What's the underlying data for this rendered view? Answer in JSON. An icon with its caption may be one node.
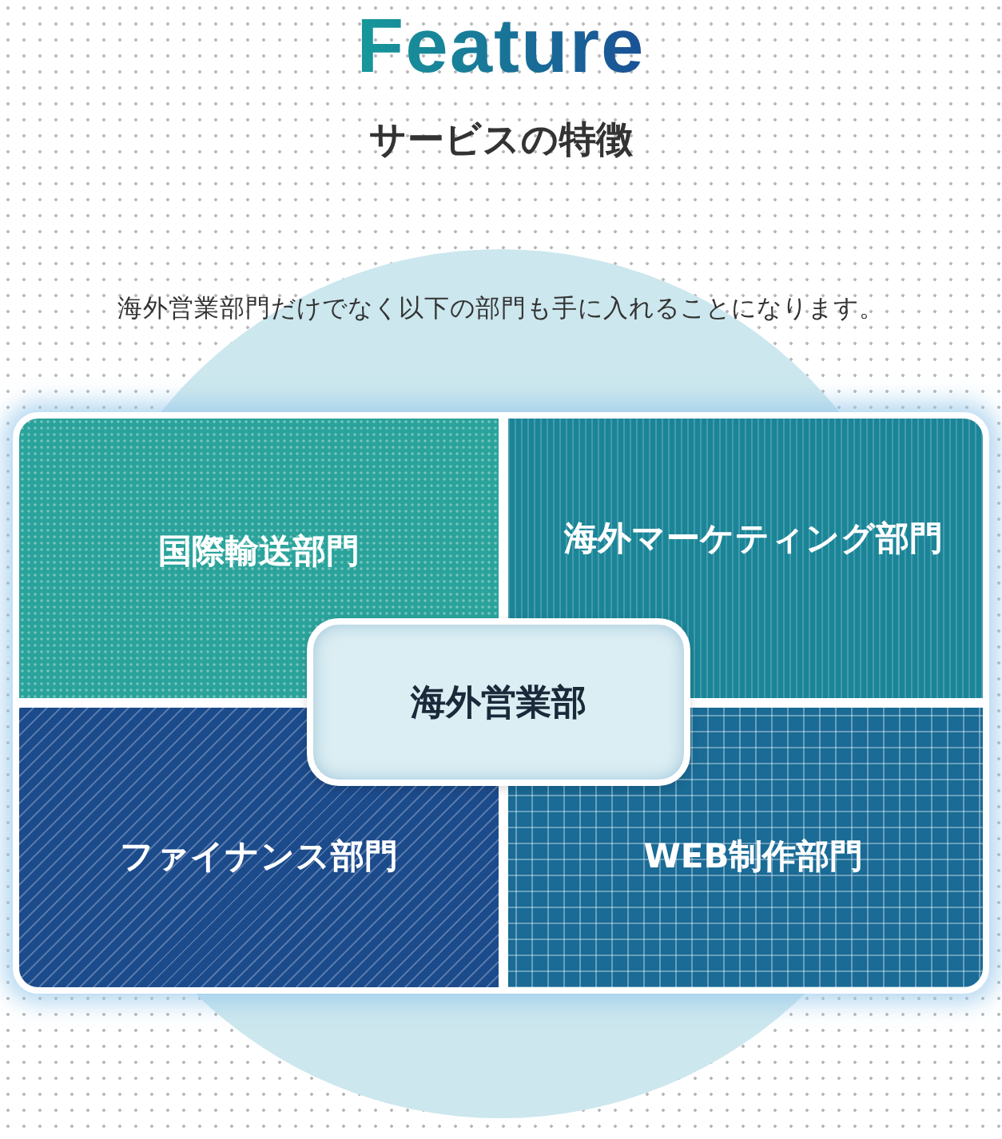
{
  "diagram": {
    "title": "Feature",
    "nodes": [
      {
        "text": [
          "国際輸送部門"
        ]
      },
      {
        "text": [
          "海外マーケティング部門"
        ]
      },
      {
        "text": [
          "ファイナンス部門"
        ]
      },
      {
        "text": [
          "WEB制作部門"
        ]
      },
      {
        "text": [
          "海外営業部"
        ]
      }
    ],
    "labels": [
      "サービスの特徴",
      "海外営業部門だけでなく以下の部門も手に入れることになります。"
    ]
  }
}
